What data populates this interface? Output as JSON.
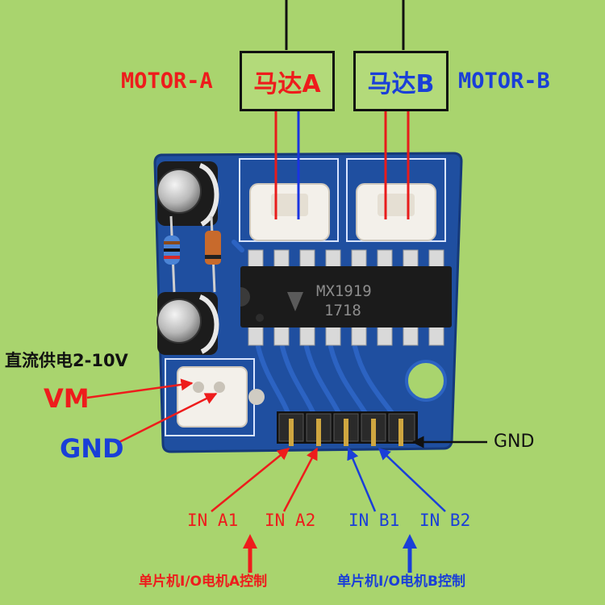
{
  "labels": {
    "motor_a_en": "MOTOR-A",
    "motor_a_cn": "马达A",
    "motor_b_cn": "马达B",
    "motor_b_en": "MOTOR-B",
    "chip_line1": "MX1919",
    "chip_line2": "1718",
    "supply": "直流供电2-10V",
    "vm": "VM",
    "gnd_left": "GND",
    "gnd_right": "GND",
    "in_a1": "IN A1",
    "in_a2": "IN A2",
    "in_b1": "IN B1",
    "in_b2": "IN B2",
    "ctrl_a": "单片机I/O电机A控制",
    "ctrl_b": "单片机I/O电机B控制"
  },
  "colors": {
    "background": "#a9d46e",
    "pcb": "#1f4fa0",
    "red_label": "#ee1c1c",
    "blue_label": "#1a3fd8",
    "black_label": "#111111"
  }
}
